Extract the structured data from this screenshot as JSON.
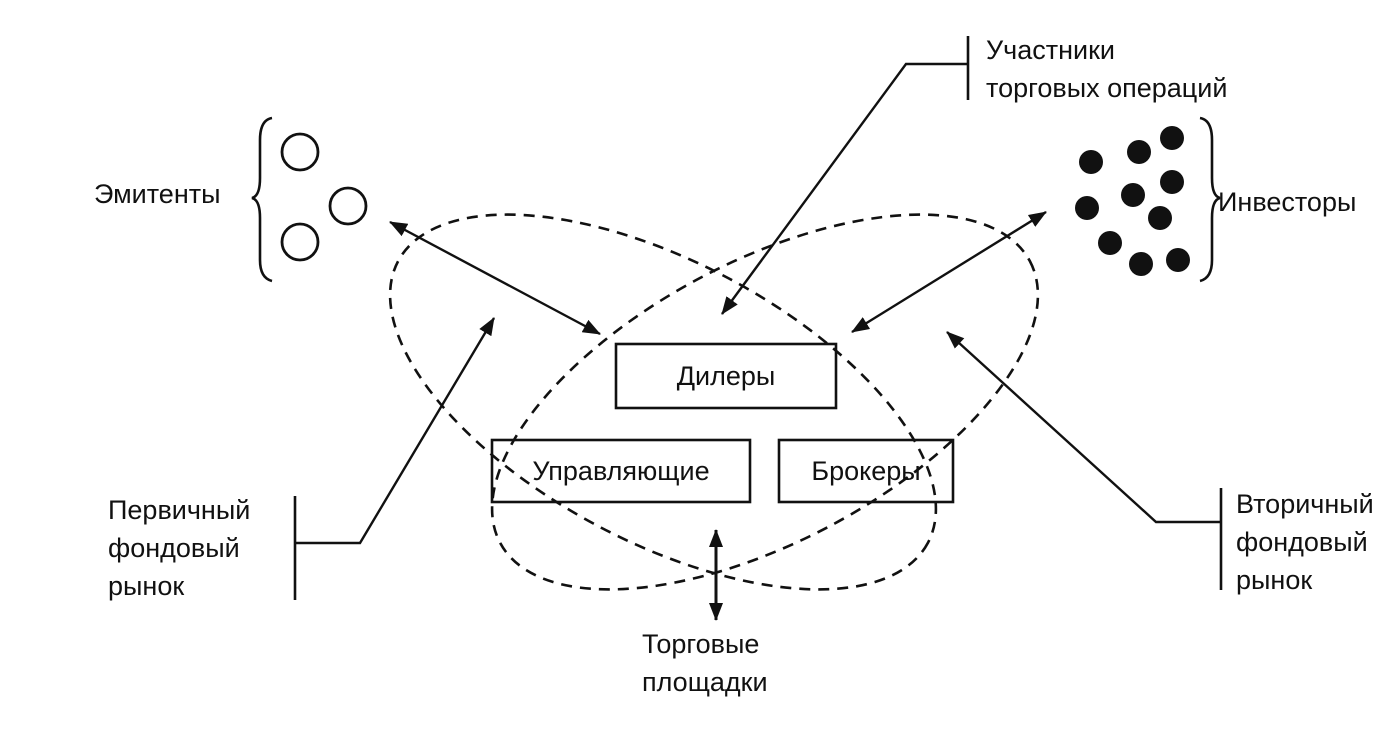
{
  "labels": {
    "issuers": "Эмитенты",
    "investors": "Инвесторы",
    "participants_line1": "Участники",
    "participants_line2": "торговых операций",
    "primary_line1": "Первичный",
    "primary_line2": "фондовый",
    "primary_line3": "рынок",
    "secondary_line1": "Вторичный",
    "secondary_line2": "фондовый",
    "secondary_line3": "рынок",
    "platforms_line1": "Торговые",
    "platforms_line2": "площадки"
  },
  "boxes": {
    "dealers": "Дилеры",
    "managers": "Управляющие",
    "brokers": "Брокеры"
  },
  "colors": {
    "ink": "#111111",
    "background": "#ffffff"
  }
}
